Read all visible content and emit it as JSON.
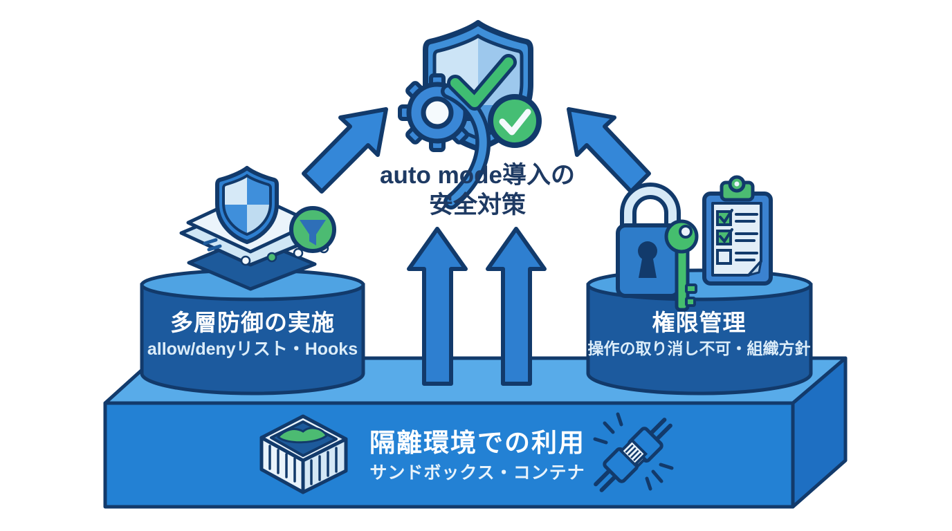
{
  "title": {
    "line1": "auto mode導入の",
    "line2": "安全対策"
  },
  "pillar_left": {
    "title": "多層防御の実施",
    "subtitle": "allow/denyリスト・Hooks"
  },
  "pillar_right": {
    "title": "権限管理",
    "subtitle": "操作の取り消し不可・組織方針"
  },
  "base": {
    "title": "隔離環境での利用",
    "subtitle": "サンドボックス・コンテナ"
  },
  "icons": {
    "top": "shield-gear-double-check-icon",
    "left": "layered-defense-filter-icon",
    "right": "lock-key-checklist-icon",
    "base_left": "sandbox-icon",
    "base_right": "disconnected-plug-icon"
  },
  "colors": {
    "accent_blue": "#2E7FD0",
    "navy_outline": "#123A6B",
    "cylinder_body": "#1C5A9E",
    "cylinder_top": "#4FA3E3",
    "platform_top": "#58ABE9",
    "platform_front": "#2381D4",
    "platform_side": "#1E6FC2",
    "green": "#45BE74",
    "light": "#E9F3FB",
    "title_text": "#1E3A63",
    "white_text": "#FFFFFF"
  }
}
